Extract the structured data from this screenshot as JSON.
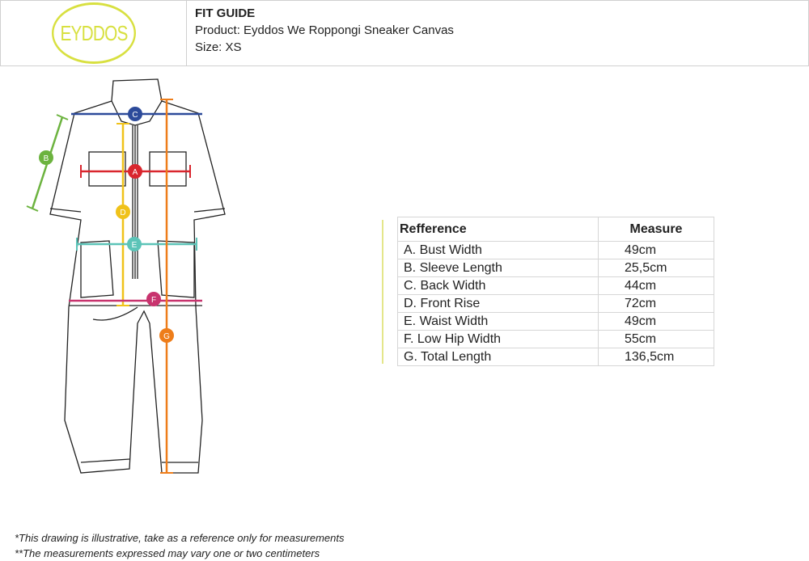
{
  "header": {
    "logo": "EYDDOS",
    "title": "FIT GUIDE",
    "product": "Product: Eyddos We Roppongi Sneaker Canvas",
    "size": "Size: XS"
  },
  "colors": {
    "logo": "#d8e040",
    "A": "#d9262e",
    "B": "#6cb33f",
    "C": "#2c4a9a",
    "D": "#f0c21a",
    "E": "#5cc4b8",
    "F": "#c8336e",
    "G": "#ee7d1a"
  },
  "markers": [
    "A",
    "B",
    "C",
    "D",
    "E",
    "F",
    "G"
  ],
  "table": {
    "headers": [
      "Refference",
      "Measure"
    ],
    "rows": [
      {
        "ref": "A.  Bust Width",
        "measure": "49cm"
      },
      {
        "ref": "B.  Sleeve Length",
        "measure": "25,5cm"
      },
      {
        "ref": "C.  Back Width",
        "measure": "44cm"
      },
      {
        "ref": "D.  Front Rise",
        "measure": "72cm"
      },
      {
        "ref": "E.  Waist Width",
        "measure": "49cm"
      },
      {
        "ref": "F.   Low Hip Width",
        "measure": "55cm"
      },
      {
        "ref": "G.  Total Length",
        "measure": "136,5cm"
      }
    ]
  },
  "notes": [
    "*This drawing is illustrative, take as a reference only for measurements",
    "**The measurements expressed may vary one or two centimeters"
  ]
}
